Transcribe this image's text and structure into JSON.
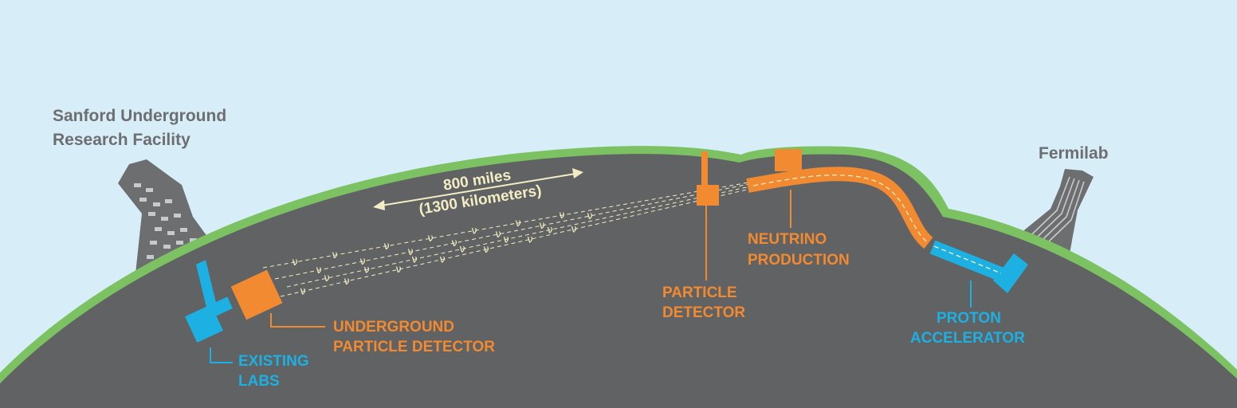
{
  "labels": {
    "sanford_line1": "Sanford Underground",
    "sanford_line2": "Research Facility",
    "fermilab": "Fermilab",
    "distance_line1": "800 miles",
    "distance_line2": "(1300 kilometers)",
    "neutrino_line1": "NEUTRINO",
    "neutrino_line2": "PRODUCTION",
    "particle_line1": "PARTICLE",
    "particle_line2": "DETECTOR",
    "proton_line1": "PROTON",
    "proton_line2": "ACCELERATOR",
    "underground_line1": "UNDERGROUND",
    "underground_line2": "PARTICLE DETECTOR",
    "labs_line1": "EXISTING",
    "labs_line2": "LABS"
  },
  "neutrino_symbol": "ν",
  "colors": {
    "sky": "#d7eef9",
    "earth": "#616264",
    "crust": "#7cc263",
    "orange": "#f18a30",
    "blue": "#1cb0e3",
    "cream": "#f3edc4",
    "building": "#6d6e70"
  }
}
